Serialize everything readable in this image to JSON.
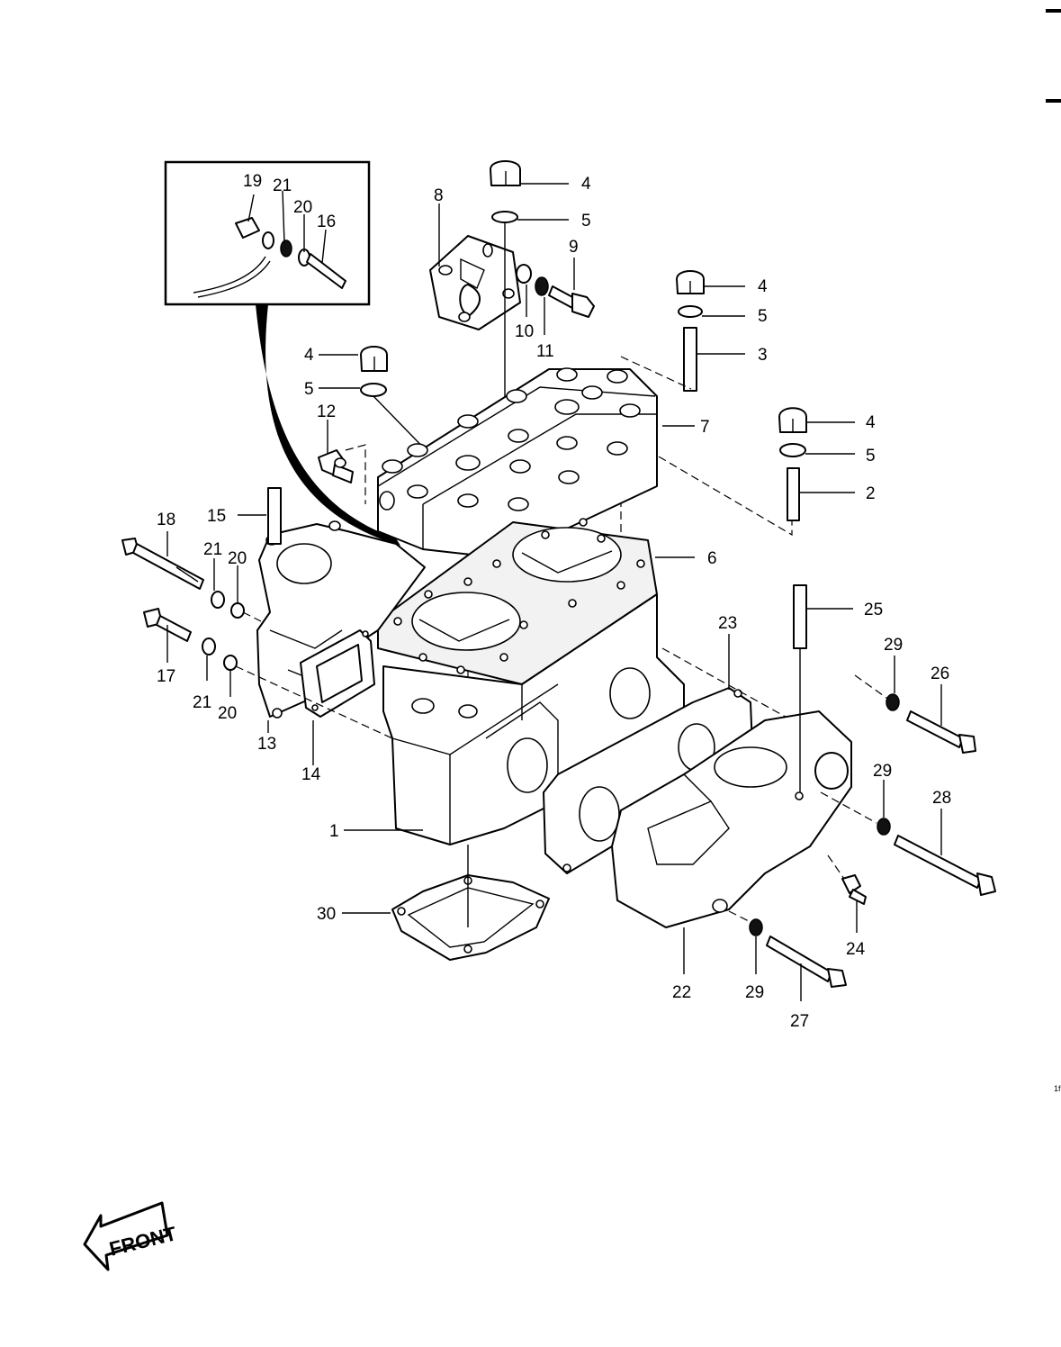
{
  "labels": {
    "l1": "1",
    "l2": "2",
    "l3": "3",
    "l4a": "4",
    "l4b": "4",
    "l4c": "4",
    "l4d": "4",
    "l5a": "5",
    "l5b": "5",
    "l5c": "5",
    "l5d": "5",
    "l6": "6",
    "l7": "7",
    "l8": "8",
    "l9": "9",
    "l10": "10",
    "l11": "11",
    "l12": "12",
    "l13": "13",
    "l14": "14",
    "l15": "15",
    "l16": "16",
    "l17": "17",
    "l18": "18",
    "l19": "19",
    "l20a": "20",
    "l20b": "20",
    "l20c": "20",
    "l21a": "21",
    "l21b": "21",
    "l21c": "21",
    "l22": "22",
    "l23": "23",
    "l24": "24",
    "l25": "25",
    "l26": "26",
    "l27": "27",
    "l28": "28",
    "l29a": "29",
    "l29b": "29",
    "l29c": "29",
    "l30": "30"
  },
  "front_label": "FRONT",
  "corner_mark": "1f"
}
